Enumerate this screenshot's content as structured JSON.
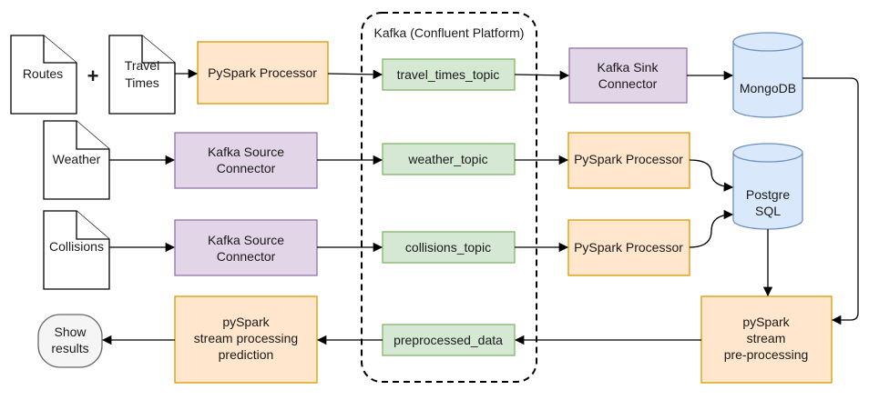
{
  "kafka_label": "Kafka (Confluent Platform)",
  "plus": "+",
  "documents": {
    "routes": "Routes",
    "travel_times": [
      "Travel",
      "Times"
    ],
    "weather": "Weather",
    "collisions": "Collisions"
  },
  "processors": {
    "pyspark_top": "PySpark Processor",
    "pyspark_weather": "PySpark Processor",
    "pyspark_collisions": "PySpark Processor",
    "preprocessing": [
      "pySpark",
      "stream",
      "pre-processing"
    ],
    "prediction": [
      "pySpark",
      "stream processing",
      "prediction"
    ]
  },
  "connectors": {
    "sink": [
      "Kafka Sink",
      "Connector"
    ],
    "source_weather": [
      "Kafka Source",
      "Connector"
    ],
    "source_collisions": [
      "Kafka Source",
      "Connector"
    ]
  },
  "topics": {
    "travel_times": "travel_times_topic",
    "weather": "weather_topic",
    "collisions": "collisions_topic",
    "preprocessed": "preprocessed_data"
  },
  "databases": {
    "mongodb": "MongoDB",
    "postgres": [
      "Postgre",
      "SQL"
    ]
  },
  "terminal": [
    "Show",
    "results"
  ]
}
